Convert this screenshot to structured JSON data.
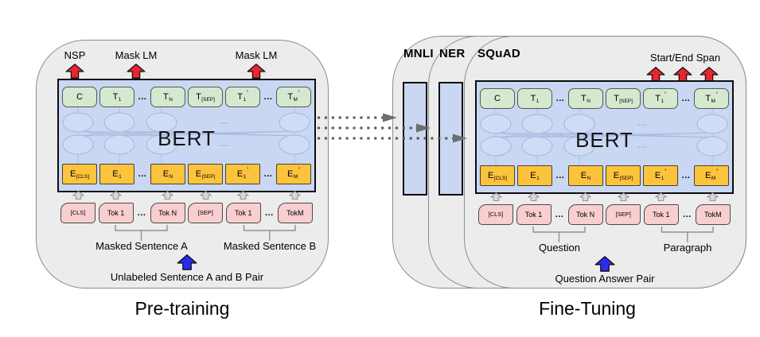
{
  "pretraining": {
    "caption": "Pre-training",
    "arrow_labels": [
      "NSP",
      "Mask LM",
      "Mask LM"
    ],
    "model_name": "BERT",
    "outputs": [
      {
        "base": "C"
      },
      {
        "base": "T",
        "sub": "1"
      },
      {
        "dots": "..."
      },
      {
        "base": "T",
        "sub": "N"
      },
      {
        "base": "T",
        "sub": "[SEP]"
      },
      {
        "base": "T",
        "sub": "1",
        "prime": "'"
      },
      {
        "dots": "..."
      },
      {
        "base": "T",
        "sub": "M",
        "prime": "'"
      }
    ],
    "embeddings": [
      {
        "base": "E",
        "sub": "[CLS]"
      },
      {
        "base": "E",
        "sub": "1"
      },
      {
        "dots": "..."
      },
      {
        "base": "E",
        "sub": "N"
      },
      {
        "base": "E",
        "sub": "[SEP]"
      },
      {
        "base": "E",
        "sub": "1",
        "prime": "'"
      },
      {
        "dots": "..."
      },
      {
        "base": "E",
        "sub": "M",
        "prime": "'"
      }
    ],
    "inputs": [
      {
        "text": "[CLS]"
      },
      {
        "text": "Tok 1"
      },
      {
        "dots": "..."
      },
      {
        "text": "Tok N"
      },
      {
        "text": "[SEP]"
      },
      {
        "text": "Tok 1"
      },
      {
        "dots": "..."
      },
      {
        "text": "TokM"
      }
    ],
    "group_labels": [
      "Masked Sentence A",
      "Masked Sentence B"
    ],
    "pair_label": "Unlabeled Sentence A and B Pair"
  },
  "finetuning": {
    "caption": "Fine-Tuning",
    "task_cards": [
      "MNLI",
      "NER",
      "SQuAD"
    ],
    "arrow_label": "Start/End Span",
    "model_name": "BERT",
    "outputs": [
      {
        "base": "C"
      },
      {
        "base": "T",
        "sub": "1"
      },
      {
        "dots": "..."
      },
      {
        "base": "T",
        "sub": "N"
      },
      {
        "base": "T",
        "sub": "[SEP]"
      },
      {
        "base": "T",
        "sub": "1",
        "prime": "'"
      },
      {
        "dots": "..."
      },
      {
        "base": "T",
        "sub": "M",
        "prime": "'"
      }
    ],
    "embeddings": [
      {
        "base": "E",
        "sub": "[CLS]"
      },
      {
        "base": "E",
        "sub": "1"
      },
      {
        "dots": "..."
      },
      {
        "base": "E",
        "sub": "N"
      },
      {
        "base": "E",
        "sub": "[SEP]"
      },
      {
        "base": "E",
        "sub": "1",
        "prime": "'"
      },
      {
        "dots": "..."
      },
      {
        "base": "E",
        "sub": "M",
        "prime": "'"
      }
    ],
    "inputs": [
      {
        "text": "[CLS]"
      },
      {
        "text": "Tok 1"
      },
      {
        "dots": "..."
      },
      {
        "text": "Tok N"
      },
      {
        "text": "[SEP]"
      },
      {
        "text": "Tok 1"
      },
      {
        "dots": "..."
      },
      {
        "text": "TokM"
      }
    ],
    "group_labels": [
      "Question",
      "Paragraph"
    ],
    "pair_label": "Question Answer Pair"
  },
  "glyphs": {
    "network_ellipsis": "..."
  },
  "colors": {
    "card_bg": "#ececec",
    "bert_panel_bg": "#c9d7f2",
    "output_box_green": "#d6e8d0",
    "embedding_box_yellow": "#fcc33d",
    "input_token_pink": "#f8cece",
    "red_arrow": "#e82531",
    "blue_arrow": "#2b2bee",
    "dotted_arrow_gray": "#585858"
  }
}
